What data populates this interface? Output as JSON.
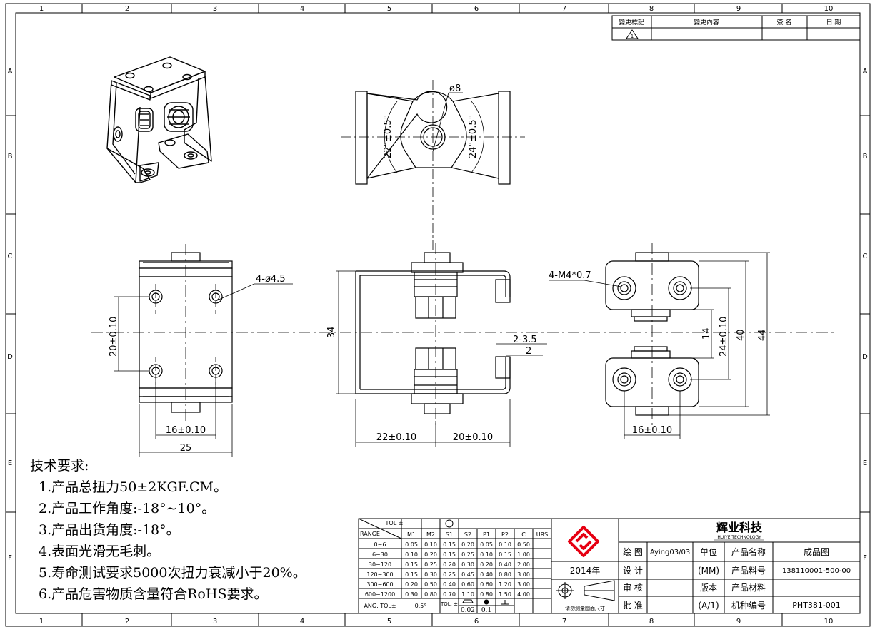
{
  "frame": {
    "col_numbers": [
      "1",
      "2",
      "3",
      "4",
      "5",
      "6",
      "7",
      "8",
      "9",
      "10"
    ],
    "row_letters": [
      "A",
      "B",
      "C",
      "D",
      "E",
      "F"
    ]
  },
  "revision_block": {
    "col_mark": "變更標記",
    "col_content": "變更內容",
    "col_sign": "簽 名",
    "col_date": "日  期",
    "rev_symbol": "1"
  },
  "dimensions": {
    "top_angle_left": "22°±0.5°",
    "top_angle_right": "24°±0.5°",
    "top_dia": "ø8",
    "front_holes": "4-ø4.5",
    "front_vert": "20±0.10",
    "front_inner_w": "16±0.10",
    "front_total_w": "25",
    "side_height": "34",
    "side_gap_a": "2-3.5",
    "side_gap_b": "2",
    "side_left_w": "22±0.10",
    "side_right_w": "20±0.10",
    "right_threads": "4-M4*0.7",
    "right_14": "14",
    "right_24": "24±0.10",
    "right_40": "40",
    "right_44": "44",
    "right_inner_w": "16±0.10"
  },
  "tech_notes": {
    "heading": "技术要求:",
    "items": [
      "1.产品总扭力50±2KGF.CM。",
      "2.产品工作角度:-18°~10°。",
      "3.产品出货角度:-18°。",
      "4.表面光滑无毛刺。",
      "5.寿命测试要求5000次扭力衰减小于20%。",
      "6.产品危害物质含量符合RoHS要求。"
    ]
  },
  "tolerance_table": {
    "corner_top": "TOL ±",
    "corner_bottom": "RANGE",
    "headers": [
      "M1",
      "M2",
      "S1",
      "S2",
      "P1",
      "P2",
      "C",
      "URS"
    ],
    "rows": [
      [
        "0~6",
        "0.05",
        "0.10",
        "0.15",
        "0.20",
        "0.05",
        "0.10",
        "0.50",
        ""
      ],
      [
        "6~30",
        "0.10",
        "0.20",
        "0.15",
        "0.25",
        "0.10",
        "0.15",
        "1.00",
        ""
      ],
      [
        "30~120",
        "0.15",
        "0.25",
        "0.20",
        "0.30",
        "0.20",
        "0.40",
        "2.00",
        ""
      ],
      [
        "120~300",
        "0.15",
        "0.30",
        "0.25",
        "0.45",
        "0.40",
        "0.80",
        "3.00",
        ""
      ],
      [
        "300~600",
        "0.20",
        "0.50",
        "0.40",
        "0.60",
        "0.60",
        "1.20",
        "3.00",
        ""
      ],
      [
        "600~1200",
        "0.30",
        "0.80",
        "0.70",
        "1.10",
        "0.80",
        "1.50",
        "4.00",
        ""
      ]
    ],
    "ang_label": "ANG.  TOL±",
    "ang_value": "0.5°",
    "tol_label": "TOL.\n±",
    "flatness": "0.02",
    "position": "0.1"
  },
  "title_block": {
    "company_cn": "辉业科技",
    "company_en": "HUIYE TECHNOLOGY",
    "year": "2014年",
    "projection_note": "请勿测量图面尺寸",
    "drawn_label": "绘  图",
    "drawn_value": "Aying03/03",
    "design_label": "设  计",
    "check_label": "审  核",
    "approve_label": "批  准",
    "unit_label": "单位",
    "unit_value": "(MM)",
    "version_label": "版本",
    "version_value": "(A/1)",
    "name_label": "产品名称",
    "name_value": "成品图",
    "part_label": "产品料号",
    "part_value": "138110001-500-00",
    "material_label": "产品材料",
    "material_value": "",
    "model_label": "机种编号",
    "model_value": "PHT381-001",
    "brand_color": "#e60012"
  }
}
